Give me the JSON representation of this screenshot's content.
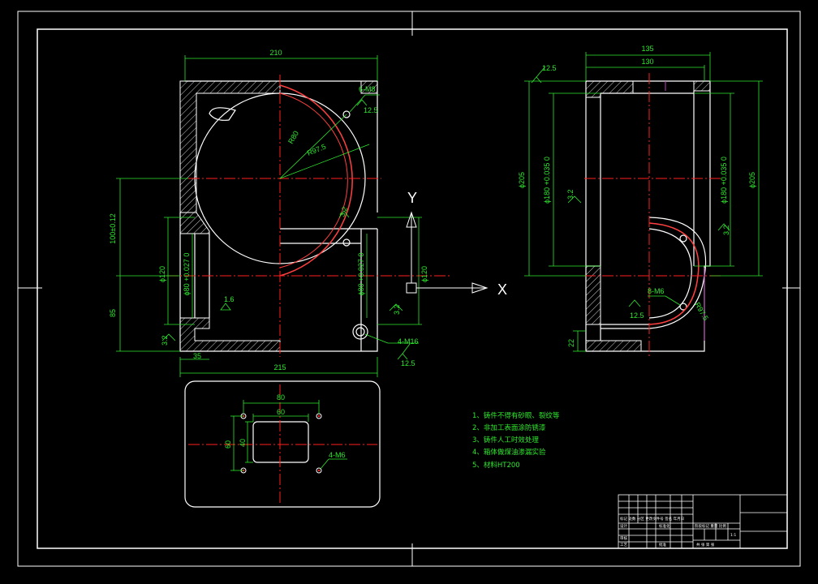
{
  "colors": {
    "background": "#000000",
    "outline": "#ffffff",
    "dimension": "#2ee82e",
    "centerline": "#ff2020",
    "section": "#ff4040",
    "construction": "#c040c0"
  },
  "front_view": {
    "width_top": "210",
    "width_bottom": "215",
    "thread_top": "6-M8",
    "rough_top": "12.5",
    "radius_inner": "R80",
    "radius_outer": "R97.5",
    "height_upper": "100±0.12",
    "height_lower": "85",
    "dia_left_outer": "ϕ120",
    "dia_left_inner": "ϕ80 +0.027 0",
    "dia_right_inner": "ϕ80 +0.027 0",
    "dia_right_outer": "ϕ120",
    "rough_mid": "1.6",
    "rough_left": "3.2",
    "rough_small": "3.2",
    "rough_right": "3.2",
    "thread_bottom": "4-M16",
    "rough_bottom": "12.5",
    "offset_left": "35"
  },
  "axes": {
    "x": "X",
    "y": "Y"
  },
  "side_view": {
    "width_outer": "135",
    "width_inner": "130",
    "rough_top": "12.5",
    "dia_left_outer": "ϕ205",
    "dia_left_inner": "ϕ180 +0.035 0",
    "rough_left": "3.2",
    "dia_right_inner": "ϕ180 +0.035 0",
    "dia_right_outer": "ϕ205",
    "rough_right": "3.2",
    "thread": "8-M6",
    "radius": "R97.5",
    "rough_bottom": "12.5",
    "thickness": "22"
  },
  "bottom_view": {
    "width_outer": "80",
    "width_inner": "60",
    "height_outer": "60",
    "height_inner": "40",
    "thread": "4-M6"
  },
  "notes": [
    "1、铸件不得有砂眼、裂纹等",
    "2、非加工表面涂防锈漆",
    "3、铸件人工时效处理",
    "4、箱体做煤油渗漏实验",
    "5、材料HT200"
  ],
  "title_block": {
    "r1": "标记 处数 分区 更改文件号 签名 年月日",
    "r2": "设计",
    "r3": "标准化",
    "r4": "阶段标记 重量 比例",
    "r5": "1:1",
    "r6": "审核",
    "r7": "工艺",
    "r8": "批准",
    "r9": "共 张 第 张"
  }
}
